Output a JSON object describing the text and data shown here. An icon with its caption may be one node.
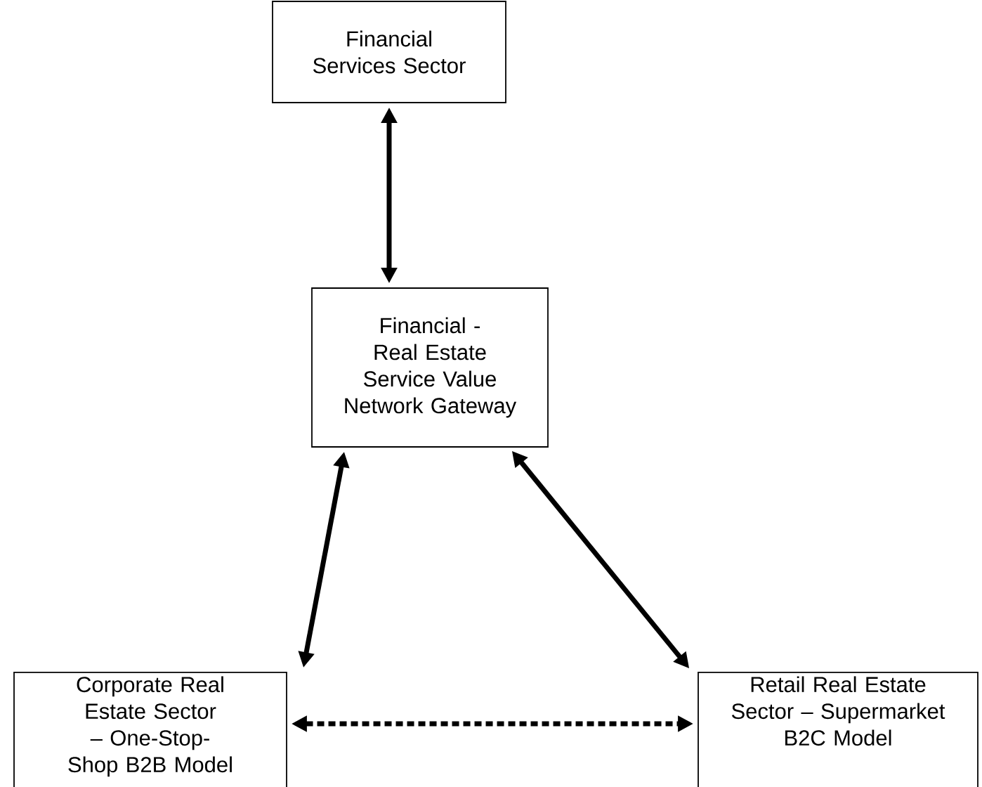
{
  "diagram": {
    "nodes": [
      {
        "text": [
          "Financial Services Sector"
        ]
      },
      {
        "text": [
          "Financial - Real Estate Service Value Network Gateway"
        ]
      },
      {
        "text": [
          "Corporate Real Estate Sector – One-Stop-Shop B2B Model"
        ]
      },
      {
        "text": [
          "Retail Real Estate Sector – Supermarket B2C Model"
        ]
      }
    ],
    "edges": [
      {
        "from": 0,
        "to": 1,
        "arrow": "both"
      },
      {
        "from": 1,
        "to": 2,
        "arrow": "both"
      },
      {
        "from": 1,
        "to": 3,
        "arrow": "both"
      },
      {
        "from": 2,
        "to": 3,
        "arrow": "both",
        "style": "dashed"
      }
    ]
  }
}
